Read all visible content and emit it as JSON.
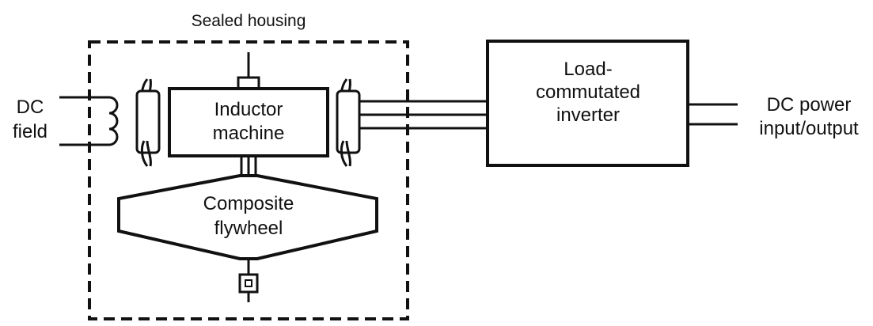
{
  "housing": {
    "label": "Sealed housing"
  },
  "dc_field": {
    "line1": "DC",
    "line2": "field"
  },
  "inductor_machine": {
    "line1": "Inductor",
    "line2": "machine"
  },
  "flywheel": {
    "line1": "Composite",
    "line2": "flywheel"
  },
  "inverter": {
    "line1": "Load-",
    "line2": "commutated",
    "line3": "inverter"
  },
  "dc_power": {
    "line1": "DC power",
    "line2": "input/output"
  },
  "colors": {
    "ink": "#111111",
    "background": "#ffffff"
  }
}
